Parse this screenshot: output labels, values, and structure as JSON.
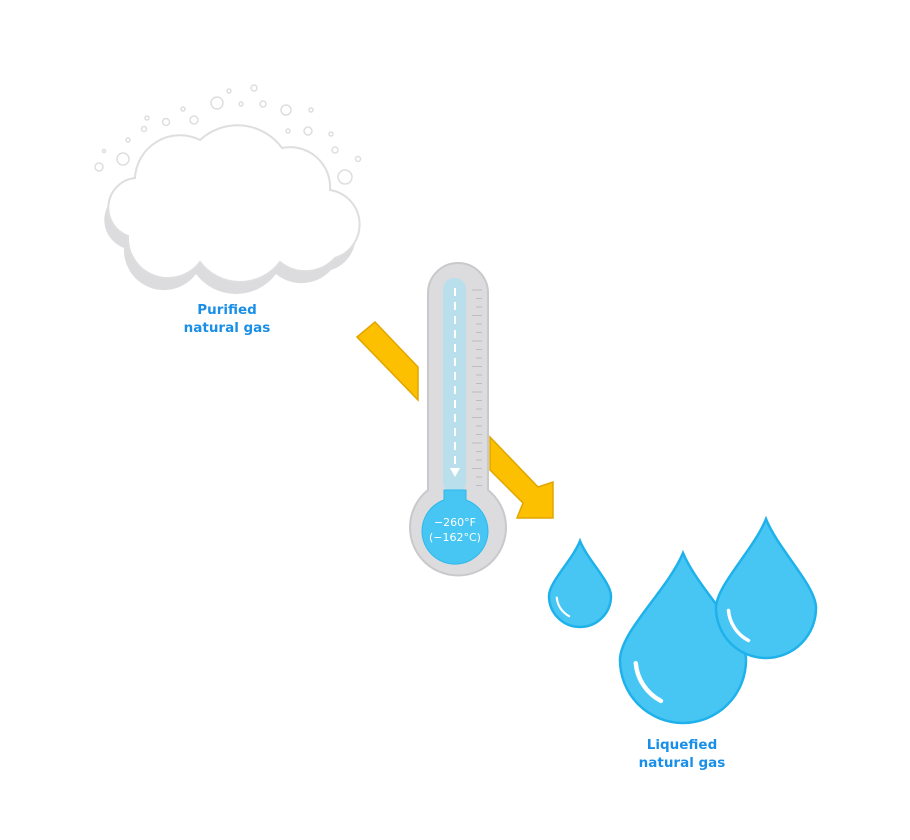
{
  "labels": {
    "source_line1": "Purified",
    "source_line2": "natural gas",
    "result_line1": "Liquefied",
    "result_line2": "natural gas"
  },
  "thermometer": {
    "fahrenheit": "−260°F",
    "celsius": "(−162°C)"
  },
  "colors": {
    "label": "#1a8fe8",
    "arrow": "#fcc000",
    "liquid": "#47c6f3",
    "cloud_shadow": "#dcdcde"
  }
}
